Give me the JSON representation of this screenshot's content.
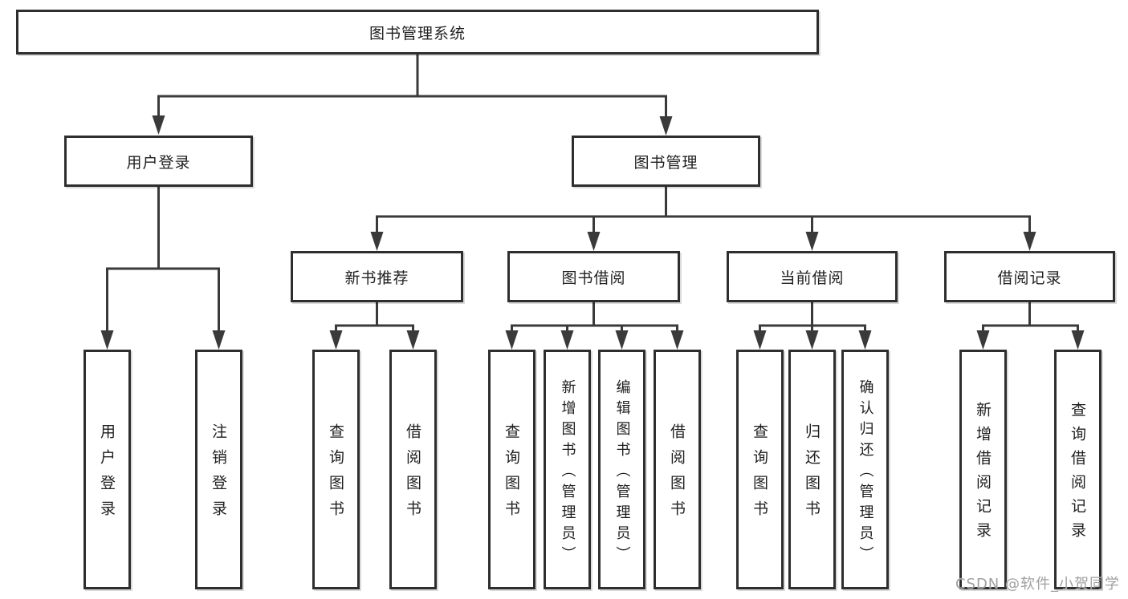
{
  "diagram": {
    "root": "图书管理系统",
    "user_branch": {
      "label": "用户登录",
      "children": [
        "用户登录",
        "注销登录"
      ]
    },
    "book_branch": {
      "label": "图书管理",
      "sections": [
        {
          "label": "新书推荐",
          "children": [
            "查询图书",
            "借阅图书"
          ]
        },
        {
          "label": "图书借阅",
          "children": [
            "查询图书",
            "新增图书（管理员）",
            "编辑图书（管理员）",
            "借阅图书"
          ]
        },
        {
          "label": "当前借阅",
          "children": [
            "查询图书",
            "归还图书",
            "确认归还（管理员）"
          ]
        },
        {
          "label": "借阅记录",
          "children": [
            "新增借阅记录",
            "查询借阅记录"
          ]
        }
      ]
    }
  },
  "watermark": {
    "text": "CSDN @软件_小贺同学"
  },
  "colors": {
    "line": "#3a3a3a",
    "box_border": "#2e2e2e",
    "text": "#1f1f1f",
    "background": "#ffffff",
    "watermark": "#a0a0a0"
  }
}
